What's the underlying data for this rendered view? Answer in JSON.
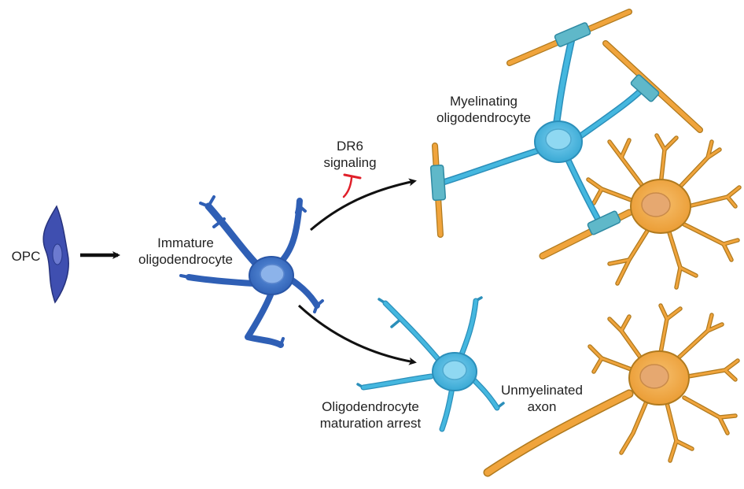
{
  "labels": {
    "opc": "OPC",
    "immature_line1": "Immature",
    "immature_line2": "oligodendrocyte",
    "dr6_line1": "DR6",
    "dr6_line2": "signaling",
    "myelinating_line1": "Myelinating",
    "myelinating_line2": "oligodendrocyte",
    "arrest_line1": "Oligodendrocyte",
    "arrest_line2": "maturation arrest",
    "unmyelinated_line1": "Unmyelinated",
    "unmyelinated_line2": "axon"
  },
  "colors": {
    "opc": "#3f4fb0",
    "immature": "#3c73c9",
    "mature": "#45b7df",
    "neuron": "#f0a43c",
    "neuron_outline": "#b07a1e",
    "axon": "#f0a43c",
    "sheath": "#5fb8c9",
    "arrow": "#111111",
    "inhibit": "#e0202a"
  }
}
